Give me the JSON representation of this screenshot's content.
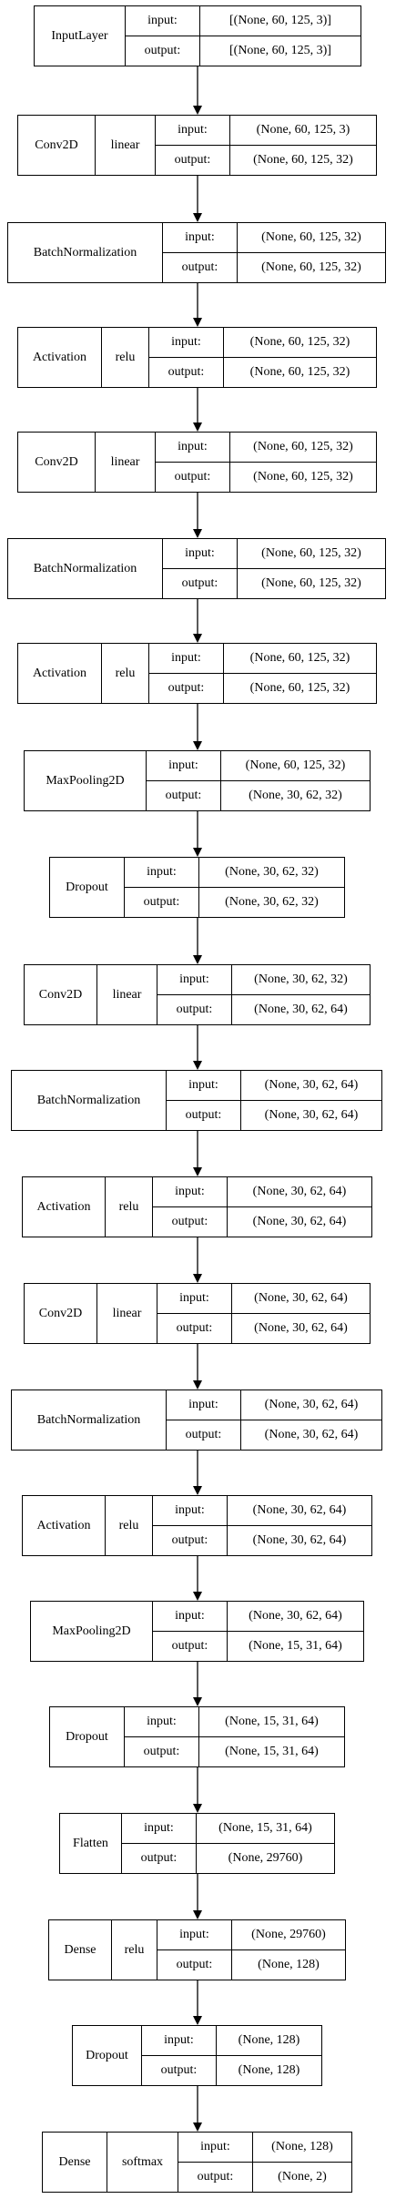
{
  "layers": [
    {
      "name": "InputLayer",
      "activation": "",
      "input": "[(None, 60, 125, 3)]",
      "output": "[(None, 60, 125, 3)]"
    },
    {
      "name": "Conv2D",
      "activation": "linear",
      "input": "(None, 60, 125, 3)",
      "output": "(None, 60, 125, 32)"
    },
    {
      "name": "BatchNormalization",
      "activation": "",
      "input": "(None, 60, 125, 32)",
      "output": "(None, 60, 125, 32)"
    },
    {
      "name": "Activation",
      "activation": "relu",
      "input": "(None, 60, 125, 32)",
      "output": "(None, 60, 125, 32)"
    },
    {
      "name": "Conv2D",
      "activation": "linear",
      "input": "(None, 60, 125, 32)",
      "output": "(None, 60, 125, 32)"
    },
    {
      "name": "BatchNormalization",
      "activation": "",
      "input": "(None, 60, 125, 32)",
      "output": "(None, 60, 125, 32)"
    },
    {
      "name": "Activation",
      "activation": "relu",
      "input": "(None, 60, 125, 32)",
      "output": "(None, 60, 125, 32)"
    },
    {
      "name": "MaxPooling2D",
      "activation": "",
      "input": "(None, 60, 125, 32)",
      "output": "(None, 30, 62, 32)"
    },
    {
      "name": "Dropout",
      "activation": "",
      "input": "(None, 30, 62, 32)",
      "output": "(None, 30, 62, 32)"
    },
    {
      "name": "Conv2D",
      "activation": "linear",
      "input": "(None, 30, 62, 32)",
      "output": "(None, 30, 62, 64)"
    },
    {
      "name": "BatchNormalization",
      "activation": "",
      "input": "(None, 30, 62, 64)",
      "output": "(None, 30, 62, 64)"
    },
    {
      "name": "Activation",
      "activation": "relu",
      "input": "(None, 30, 62, 64)",
      "output": "(None, 30, 62, 64)"
    },
    {
      "name": "Conv2D",
      "activation": "linear",
      "input": "(None, 30, 62, 64)",
      "output": "(None, 30, 62, 64)"
    },
    {
      "name": "BatchNormalization",
      "activation": "",
      "input": "(None, 30, 62, 64)",
      "output": "(None, 30, 62, 64)"
    },
    {
      "name": "Activation",
      "activation": "relu",
      "input": "(None, 30, 62, 64)",
      "output": "(None, 30, 62, 64)"
    },
    {
      "name": "MaxPooling2D",
      "activation": "",
      "input": "(None, 30, 62, 64)",
      "output": "(None, 15, 31, 64)"
    },
    {
      "name": "Dropout",
      "activation": "",
      "input": "(None, 15, 31, 64)",
      "output": "(None, 15, 31, 64)"
    },
    {
      "name": "Flatten",
      "activation": "",
      "input": "(None, 15, 31, 64)",
      "output": "(None, 29760)"
    },
    {
      "name": "Dense",
      "activation": "relu",
      "input": "(None, 29760)",
      "output": "(None, 128)"
    },
    {
      "name": "Dropout",
      "activation": "",
      "input": "(None, 128)",
      "output": "(None, 128)"
    },
    {
      "name": "Dense",
      "activation": "softmax",
      "input": "(None, 128)",
      "output": "(None, 2)"
    }
  ],
  "labels": {
    "input": "input:",
    "output": "output:"
  }
}
